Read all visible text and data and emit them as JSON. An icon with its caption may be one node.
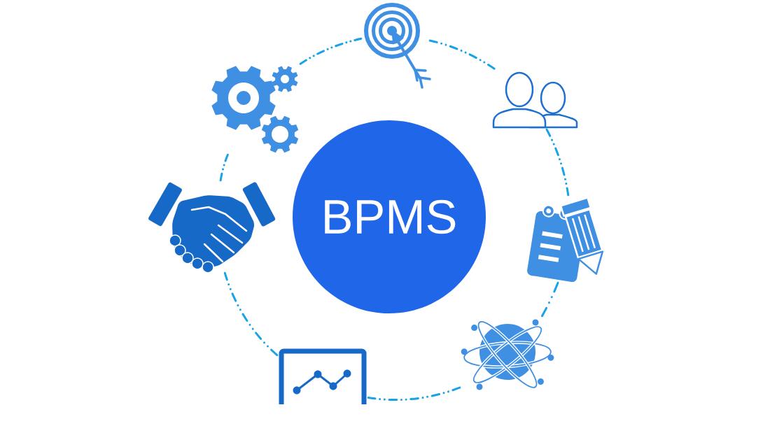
{
  "diagram": {
    "nodes": [
      {
        "text": [
          "BPMS"
        ]
      },
      {
        "text": [],
        "shape": "picture"
      },
      {
        "text": [],
        "shape": "picture"
      },
      {
        "text": [],
        "shape": "picture"
      },
      {
        "text": [],
        "shape": "picture"
      },
      {
        "text": [],
        "shape": "picture"
      },
      {
        "text": [],
        "shape": "picture"
      },
      {
        "text": [],
        "shape": "picture"
      }
    ],
    "edges": [
      {
        "from": 1,
        "to": 2,
        "arrow": "none",
        "style": "dashed"
      },
      {
        "from": 2,
        "to": 3,
        "arrow": "none",
        "style": "dashed"
      },
      {
        "from": 3,
        "to": 4,
        "arrow": "none",
        "style": "dashed"
      },
      {
        "from": 4,
        "to": 5,
        "arrow": "none",
        "style": "dashed"
      },
      {
        "from": 5,
        "to": 6,
        "arrow": "none",
        "style": "dashed"
      },
      {
        "from": 6,
        "to": 7,
        "arrow": "none",
        "style": "dashed"
      },
      {
        "from": 7,
        "to": 1,
        "arrow": "none",
        "style": "dashed"
      }
    ]
  }
}
